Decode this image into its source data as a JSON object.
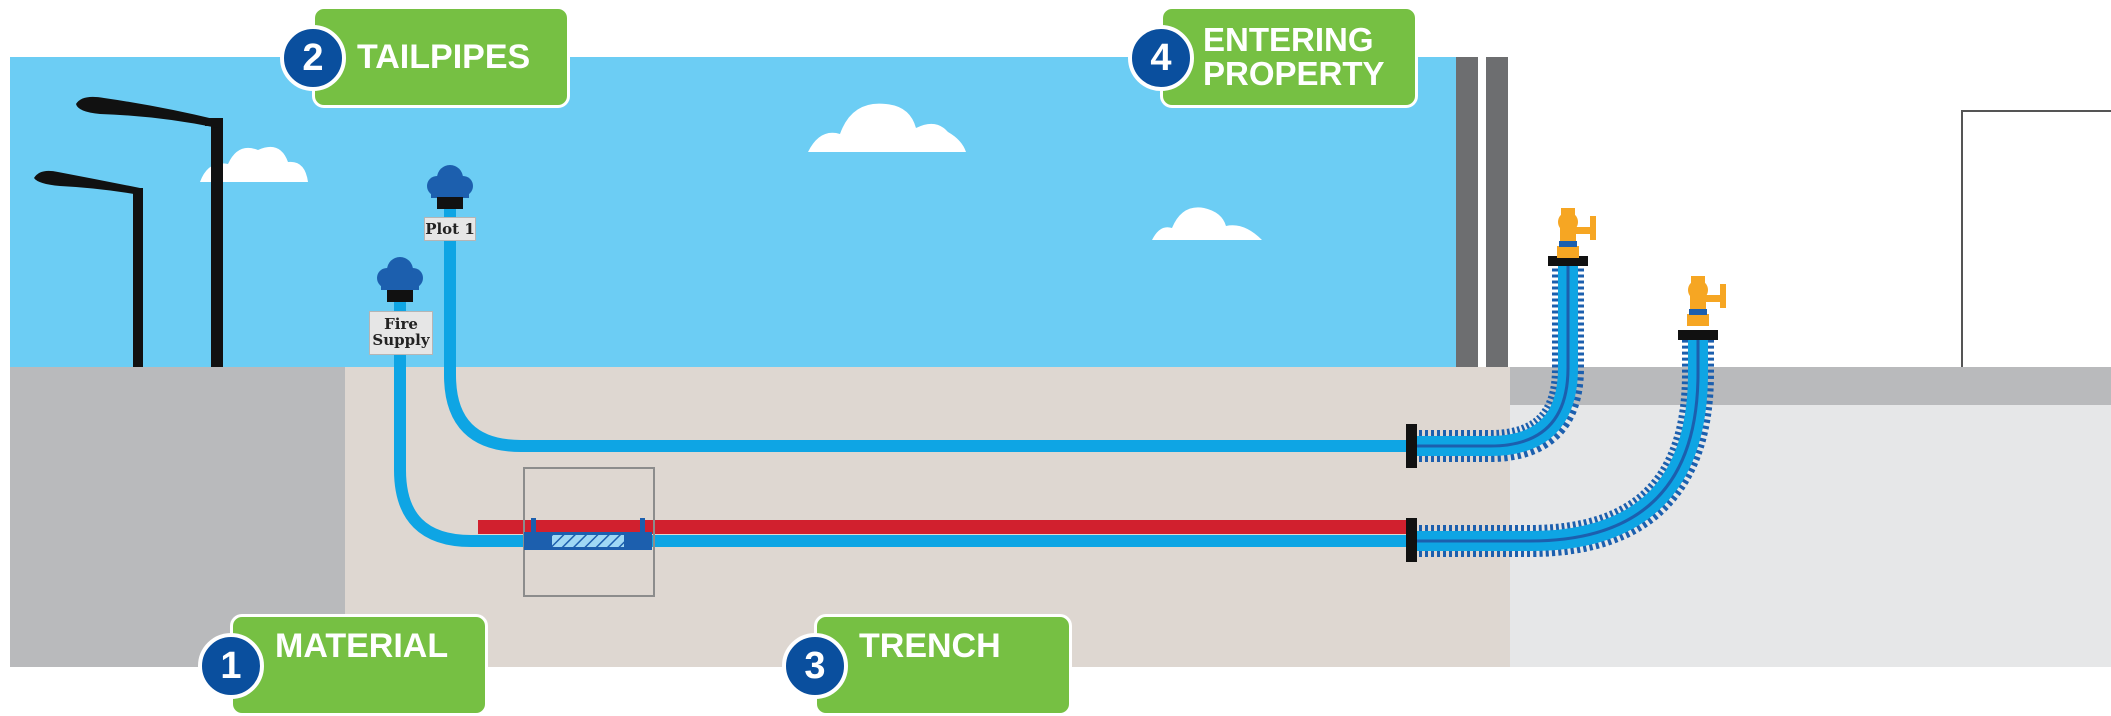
{
  "callouts": [
    {
      "number": "1",
      "label": "MATERIAL"
    },
    {
      "number": "2",
      "label": "TAILPIPES"
    },
    {
      "number": "3",
      "label": "TRENCH"
    },
    {
      "number": "4",
      "label_line1": "ENTERING",
      "label_line2": "PROPERTY"
    }
  ],
  "pipe_labels": {
    "plot": "Plot 1",
    "fire_line1": "Fire",
    "fire_line2": "Supply"
  },
  "colors": {
    "sky": "#6ccdf4",
    "pavement": "#b9babc",
    "trench": "#ded7d1",
    "ground_right": "#e6e7e8",
    "pipe_blue": "#0ea5e4",
    "pipe_red": "#d1202e",
    "callout_green": "#76c043",
    "number_badge": "#0a4f9e",
    "tap_orange": "#f6a623"
  }
}
